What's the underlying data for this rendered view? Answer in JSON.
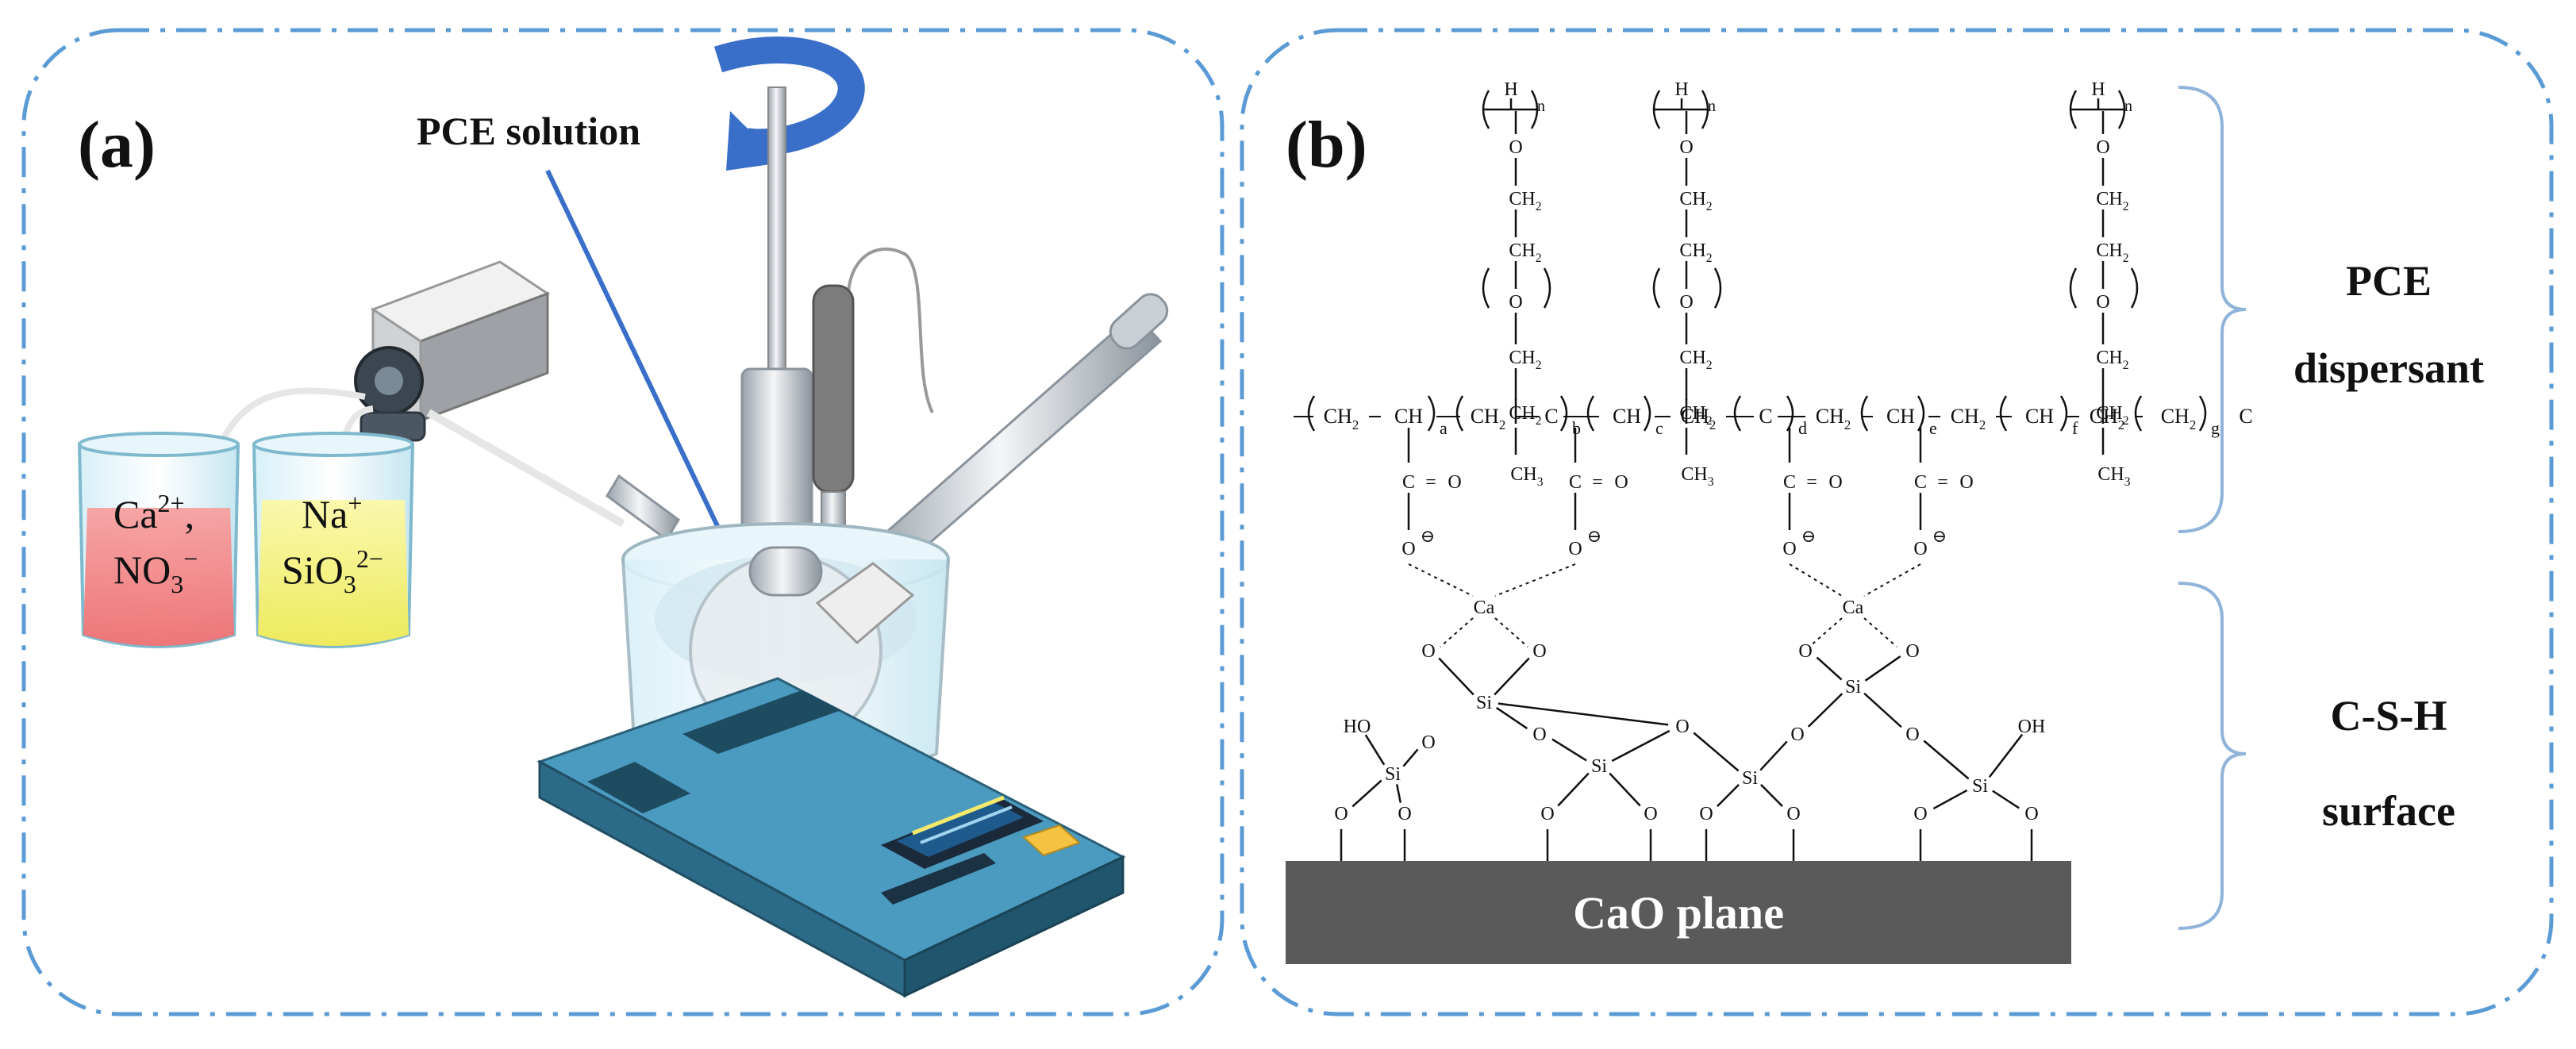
{
  "colors": {
    "border_dash": "#5b9bd5",
    "arrow_blue": "#3a6fc9",
    "plane": "#5a5a5a",
    "red_solution": "#f08080",
    "yellow_solution": "#f3f07a",
    "glass": "#bfe6f2",
    "device_teal": "#2e6f8c",
    "display": "#1e5b8c"
  },
  "panel_a": {
    "label": "(a)",
    "pce_solution": "PCE solution",
    "beaker1_line1_base": "Ca",
    "beaker1_line1_sup": "2+",
    "beaker1_line1_tail": ",",
    "beaker1_line2_base": "NO",
    "beaker1_line2_sub": "3",
    "beaker1_line2_sup": "−",
    "beaker2_line1_base": "Na",
    "beaker2_line1_sup": "+",
    "beaker2_line2_base": "SiO",
    "beaker2_line2_sub": "3",
    "beaker2_line2_sup": "2−"
  },
  "panel_b": {
    "label": "(b)",
    "pce_label_1": "PCE",
    "pce_label_2": "dispersant",
    "csh_label_1": "C-S-H",
    "csh_label_2": "surface",
    "plane_label": "CaO plane",
    "backbone": {
      "ch2": "CH",
      "ch2_sub": "2",
      "ch": "CH",
      "c": "C",
      "ch3": "CH",
      "ch3_sub": "3",
      "dash": "—",
      "subscripts": [
        "a",
        "b",
        "c",
        "d",
        "e",
        "f",
        "g"
      ]
    },
    "side_chain": {
      "h": "H",
      "n": "n",
      "o": "O",
      "ch2": "CH",
      "ch2_sub": "2"
    },
    "carboxyl": {
      "c": "C",
      "eq": "=",
      "o": "O",
      "o_minus": "O",
      "minus": "⊖"
    },
    "atoms": {
      "ca": "Ca",
      "si": "Si",
      "o": "O",
      "ho": "HO",
      "oh": "OH"
    }
  }
}
